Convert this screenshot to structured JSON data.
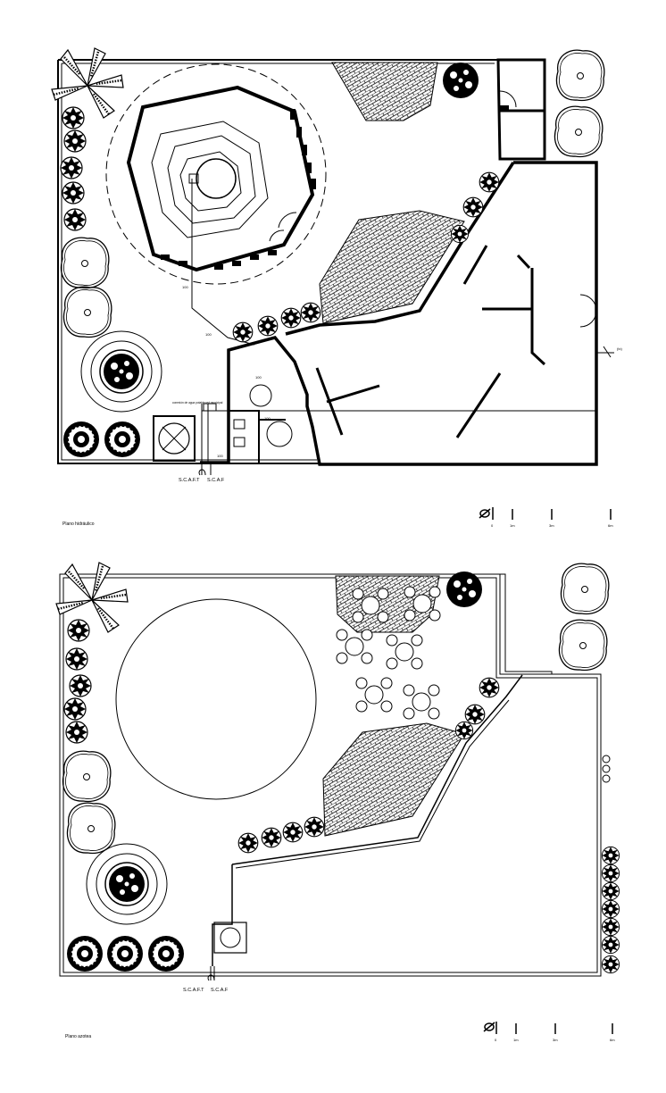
{
  "plans": [
    {
      "caption": "Plano hidráulico",
      "labels": {
        "scaft": "S.C.A.F.T",
        "scaf": "S.C.A.F",
        "pipe_a": "100",
        "pipe_b": "100",
        "pipe_c": "100",
        "pipe_d": "100",
        "note": "conexión de agua potable red municipal",
        "tap": "(tx)"
      },
      "scale": {
        "ticks": [
          "0",
          "1m",
          "3m",
          "6m"
        ]
      }
    },
    {
      "caption": "Plano azotea",
      "labels": {
        "scaft": "S.C.A.F.T",
        "scaf": "S.C.A.F"
      },
      "scale": {
        "ticks": [
          "0",
          "1m",
          "3m",
          "6m"
        ]
      }
    }
  ],
  "colors": {
    "line": "#000000",
    "background": "#ffffff",
    "hatch": "#000000"
  }
}
